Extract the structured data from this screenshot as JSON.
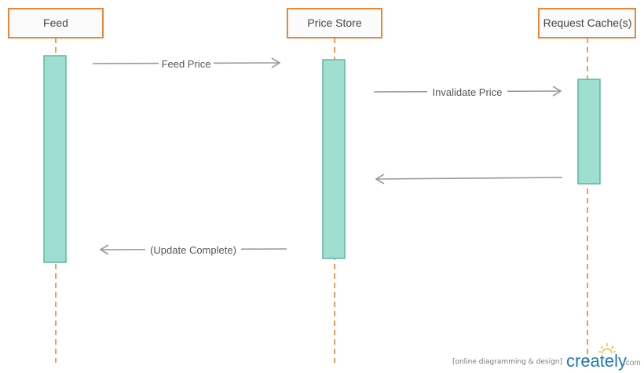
{
  "participants": [
    {
      "label": "Feed"
    },
    {
      "label": "Price Store"
    },
    {
      "label": "Request Cache(s)"
    }
  ],
  "messages": [
    {
      "label": "Feed Price"
    },
    {
      "label": "Invalidate Price"
    },
    {
      "label": ""
    },
    {
      "label": "(Update Complete)"
    }
  ],
  "watermark": {
    "tagline": "[online diagramming & design]",
    "brand": "creately",
    "suffix": ".com"
  },
  "colors": {
    "box_border": "#e8873a",
    "lifeline": "#e8a05a",
    "activation_fill": "#9fdfd2",
    "activation_border": "#5fb5a4",
    "arrow": "#999999",
    "brand": "#1f7ab8",
    "sun": "#f3b63b"
  }
}
